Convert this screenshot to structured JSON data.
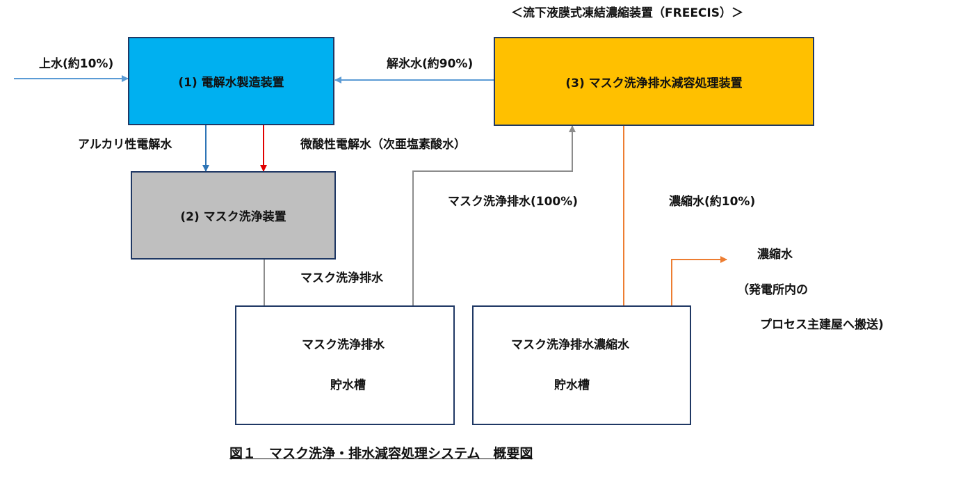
{
  "colors": {
    "border": "#1f3864",
    "box1_fill": "#00b0f0",
    "box2_fill": "#bfbfbf",
    "box3_fill": "#ffc000",
    "blue_arrow": "#5b9bd5",
    "red_arrow": "#e00000",
    "gray_arrow": "#8c8c8c",
    "orange_arrow": "#ed7d31"
  },
  "header": {
    "title": "＜流下液膜式凍結濃縮装置（FREECIS）＞"
  },
  "boxes": {
    "box1": "(1) 電解水製造装置",
    "box2": "(2) マスク洗浄装置",
    "box3": "(3) マスク洗浄排水減容処理装置"
  },
  "tanks": {
    "tank1": {
      "line1": "マスク洗浄排水",
      "line2": "貯水槽"
    },
    "tank2": {
      "line1": "マスク洗浄排水濃縮水",
      "line2": "貯水槽"
    }
  },
  "flows": {
    "tap_water": "上水(約10%)",
    "thawed_water": "解氷水(約90%)",
    "alkaline": "アルカリ性電解水",
    "acidic": "微酸性電解水（次亜塩素酸水）",
    "wastewater_100": "マスク洗浄排水(100%)",
    "concentrate_10": "濃縮水(約10%)",
    "wastewater": "マスク洗浄排水"
  },
  "destination": {
    "line1": "濃縮水",
    "line2": "（発電所内の",
    "line3": "プロセス主建屋へ搬送)"
  },
  "caption": "図１　マスク洗浄・排水減容処理システム　概要図"
}
